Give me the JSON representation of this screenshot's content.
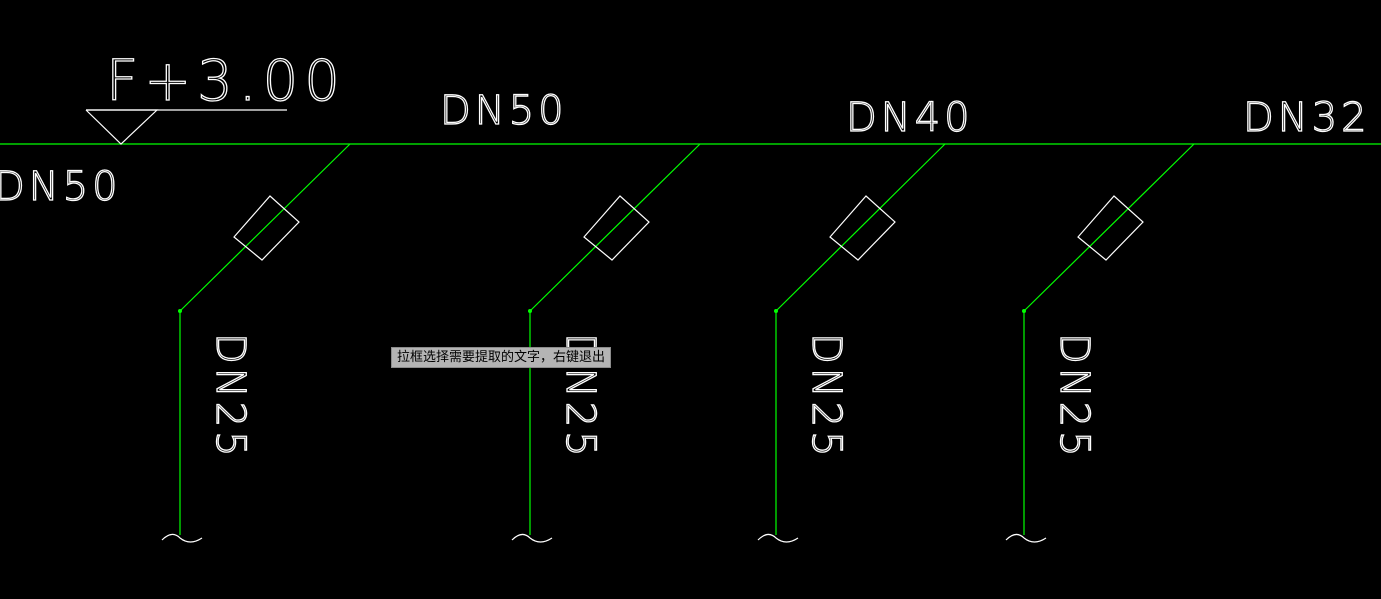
{
  "drawing": {
    "elevation_label": "F+3.00",
    "main_pipe_labels": [
      "DN50",
      "DN50",
      "DN40",
      "DN32"
    ],
    "branch_labels": [
      "DN25",
      "DN25",
      "DN25",
      "DN25"
    ],
    "colors": {
      "background": "#000000",
      "pipe": "#00ff00",
      "annotation": "#ffffff"
    }
  },
  "status": {
    "tooltip": "拉框选择需要提取的文字，右键退出"
  }
}
